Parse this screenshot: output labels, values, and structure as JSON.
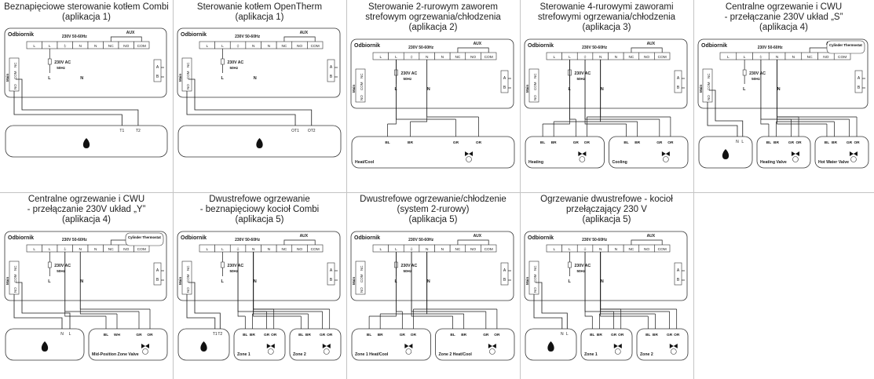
{
  "odbiornik": "Odbiornik",
  "aux": "AUX",
  "supply": "230V 50-60Hz",
  "ac_label": "230V AC",
  "ac_freq": "50Hz",
  "terminals": [
    "L",
    "L",
    "⏚",
    "N",
    "N",
    "NC",
    "NO",
    "COM"
  ],
  "main": "Main",
  "nc": "NC",
  "com": "COM",
  "no": "NO",
  "term_l": "L",
  "term_n": "N",
  "term_a": "A",
  "term_b": "B",
  "diagrams": [
    {
      "title": [
        "Beznapięciowe sterowanie kotłem Combi",
        "(aplikacja 1)"
      ],
      "loads": [
        {
          "kind": "boiler",
          "labels": [
            "T1",
            "T2"
          ]
        }
      ]
    },
    {
      "title": [
        "Sterowanie kotłem OpenTherm",
        "(aplikacja 1)"
      ],
      "loads": [
        {
          "kind": "boiler",
          "labels": [
            "OT1",
            "OT2"
          ]
        }
      ]
    },
    {
      "title": [
        "Sterowanie 2-rurowym zaworem",
        "strefowym ogrzewania/chłodzenia",
        "(aplikacja 2)"
      ],
      "loads": [
        {
          "kind": "valve",
          "caption": "Heat/Cool",
          "wires": [
            "BL",
            "BR",
            "GR",
            "OR"
          ]
        }
      ]
    },
    {
      "title": [
        "Sterowanie 4-rurowymi zaworami",
        "strefowymi ogrzewania/chłodzenia",
        "(aplikacja 3)"
      ],
      "loads": [
        {
          "kind": "valve",
          "caption": "Heating",
          "wires": [
            "BL",
            "BR",
            "GR",
            "OR"
          ]
        },
        {
          "kind": "valve",
          "caption": "Cooling",
          "wires": [
            "BL",
            "BR",
            "GR",
            "OR"
          ]
        }
      ]
    },
    {
      "title": [
        "Centralne ogrzewanie i CWU",
        "- przełączanie 230V układ „S”",
        "(aplikacja 4)"
      ],
      "extra": "Cylinder Thermostat",
      "loads": [
        {
          "kind": "boiler",
          "labels": [
            "N",
            "L"
          ]
        },
        {
          "kind": "valve",
          "caption": "Heating Valve",
          "wires": [
            "BL",
            "BR",
            "GR",
            "OR"
          ]
        },
        {
          "kind": "valve",
          "caption": "Hot Water Valve",
          "wires": [
            "BL",
            "BR",
            "GR",
            "OR"
          ]
        }
      ]
    },
    {
      "title": [
        "Centralne ogrzewanie i CWU",
        "- przełączanie 230V układ „Y”",
        "(aplikacja 4)"
      ],
      "extra": "Cylinder Thermostat",
      "loads": [
        {
          "kind": "boiler",
          "labels": [
            "N",
            "L"
          ]
        },
        {
          "kind": "valve",
          "caption": "Mid-Position Zone Valve",
          "wires": [
            "BL",
            "WH",
            "GR",
            "OR"
          ]
        }
      ]
    },
    {
      "title": [
        "Dwustrefowe ogrzewanie",
        "- beznapięciowy kocioł Combi",
        "(aplikacja 5)"
      ],
      "loads": [
        {
          "kind": "boiler",
          "labels": [
            "T1",
            "T2"
          ]
        },
        {
          "kind": "valve",
          "caption": "Zone 1",
          "wires": [
            "BL",
            "BR",
            "GR",
            "OR"
          ]
        },
        {
          "kind": "valve",
          "caption": "Zone 2",
          "wires": [
            "BL",
            "BR",
            "GR",
            "OR"
          ]
        }
      ]
    },
    {
      "title": [
        "Dwustrefowe ogrzewanie/chłodzenie",
        "(system 2-rurowy)",
        "(aplikacja 5)"
      ],
      "loads": [
        {
          "kind": "valve",
          "caption": "Zone 1 Heat/Cool",
          "wires": [
            "BL",
            "BR",
            "GR",
            "OR"
          ]
        },
        {
          "kind": "valve",
          "caption": "Zone 2 Heat/Cool",
          "wires": [
            "BL",
            "BR",
            "GR",
            "OR"
          ]
        }
      ]
    },
    {
      "title": [
        "Ogrzewanie dwustrefowe - kocioł",
        "przełączający 230 V",
        "(aplikacja 5)"
      ],
      "loads": [
        {
          "kind": "boiler",
          "labels": [
            "N",
            "L"
          ]
        },
        {
          "kind": "valve",
          "caption": "Zone 1",
          "wires": [
            "BL",
            "BR",
            "GR",
            "OR"
          ]
        },
        {
          "kind": "valve",
          "caption": "Zone 2",
          "wires": [
            "BL",
            "BR",
            "GR",
            "OR"
          ]
        }
      ]
    }
  ]
}
